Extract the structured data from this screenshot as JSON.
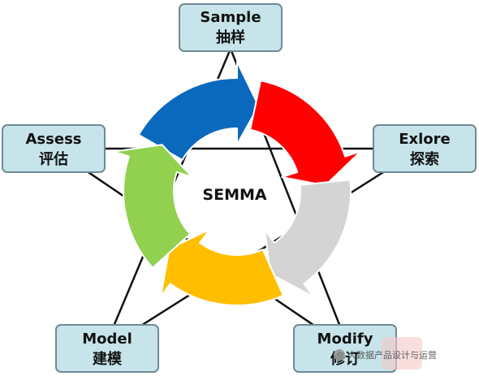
{
  "center": {
    "label": "SEMMA"
  },
  "stages": [
    {
      "id": "sample",
      "en": "Sample",
      "zh": "抽样",
      "color": "#0b69bd"
    },
    {
      "id": "explore",
      "en": "Exlore",
      "zh": "探索",
      "color": "#ff0000"
    },
    {
      "id": "modify",
      "en": "Modify",
      "zh": "修订",
      "color": "#d4d4d4"
    },
    {
      "id": "model",
      "en": "Model",
      "zh": "建模",
      "color": "#ffbf00"
    },
    {
      "id": "assess",
      "en": "Assess",
      "zh": "评估",
      "color": "#92d050"
    }
  ],
  "box_style": {
    "fill": "#c6e4ea",
    "stroke": "#6f8a96"
  },
  "watermark": {
    "text": "大数据产品设计与运营"
  }
}
